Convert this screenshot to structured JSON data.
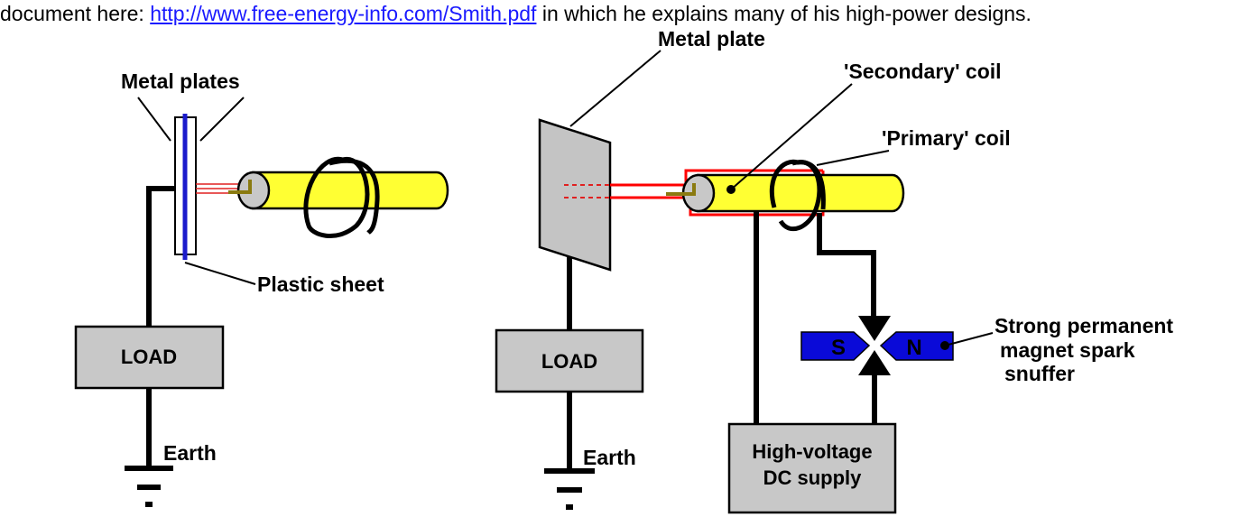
{
  "intro": {
    "before": "document here: ",
    "link": "http://www.free-energy-info.com/Smith.pdf",
    "after": " in which he explains many of his high-power designs."
  },
  "left": {
    "metal_plates": "Metal plates",
    "plastic_sheet": "Plastic sheet",
    "load": "LOAD",
    "earth": "Earth"
  },
  "right": {
    "metal_plate": "Metal plate",
    "secondary": "'Secondary' coil",
    "primary": "'Primary' coil",
    "load": "LOAD",
    "earth": "Earth",
    "supply_line1": "High-voltage",
    "supply_line2": "DC supply",
    "pole_s": "S",
    "pole_n": "N",
    "magnet_line1": "Strong permanent",
    "magnet_line2": "magnet spark",
    "magnet_line3": "snuffer"
  },
  "colors": {
    "coil_fill": "#ffff33",
    "plate_fill": "#c4c4c4",
    "box_fill": "#c8c8c8",
    "magnet_fill": "#0a0ad8",
    "primary_wire": "#ff0000",
    "dielectric": "#1a1acc",
    "link": "#1a1aff",
    "connector": "#8a7a10"
  }
}
